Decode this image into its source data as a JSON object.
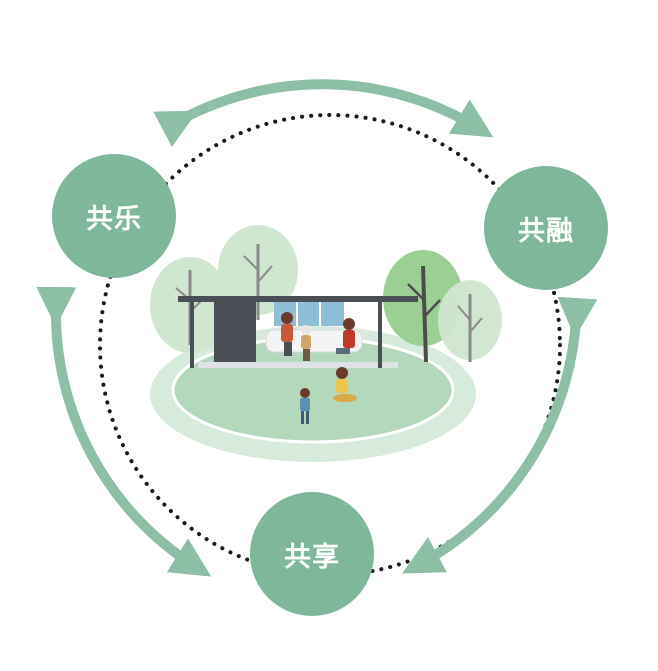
{
  "nodes": {
    "top_left": {
      "label": "共乐"
    },
    "right": {
      "label": "共融"
    },
    "bottom": {
      "label": "共享"
    }
  },
  "colors": {
    "node_fill": "#7fb79b",
    "arrow": "#8cbfa5",
    "dotted_ring": "#1a1a1a",
    "lawn_outer": "#d6ebdc",
    "lawn_inner": "#b3d8bc",
    "tree_light": "#cfe6cf",
    "tree_mid": "#9ccf94",
    "tree_dark": "#6aaf6a",
    "pavilion_dark": "#4a4f55",
    "glass": "#8fbfd6"
  },
  "icons": [
    "curved-arrow-icon",
    "pavilion-illustration",
    "tree-icon",
    "person-icon"
  ]
}
